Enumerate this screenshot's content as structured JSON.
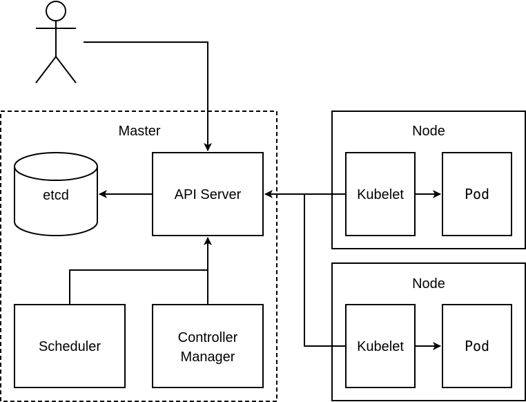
{
  "master": {
    "label": "Master"
  },
  "etcd": {
    "label": "etcd"
  },
  "api_server": {
    "label": "API Server"
  },
  "scheduler": {
    "label": "Scheduler"
  },
  "controller_manager": {
    "label_line1": "Controller",
    "label_line2": "Manager"
  },
  "nodes": [
    {
      "label": "Node",
      "kubelet": "Kubelet",
      "pod": "Pod"
    },
    {
      "label": "Node",
      "kubelet": "Kubelet",
      "pod": "Pod"
    }
  ],
  "colors": {
    "stroke": "#000000",
    "fill": "#ffffff"
  },
  "icons": {
    "user": "user-stick-figure-icon"
  }
}
